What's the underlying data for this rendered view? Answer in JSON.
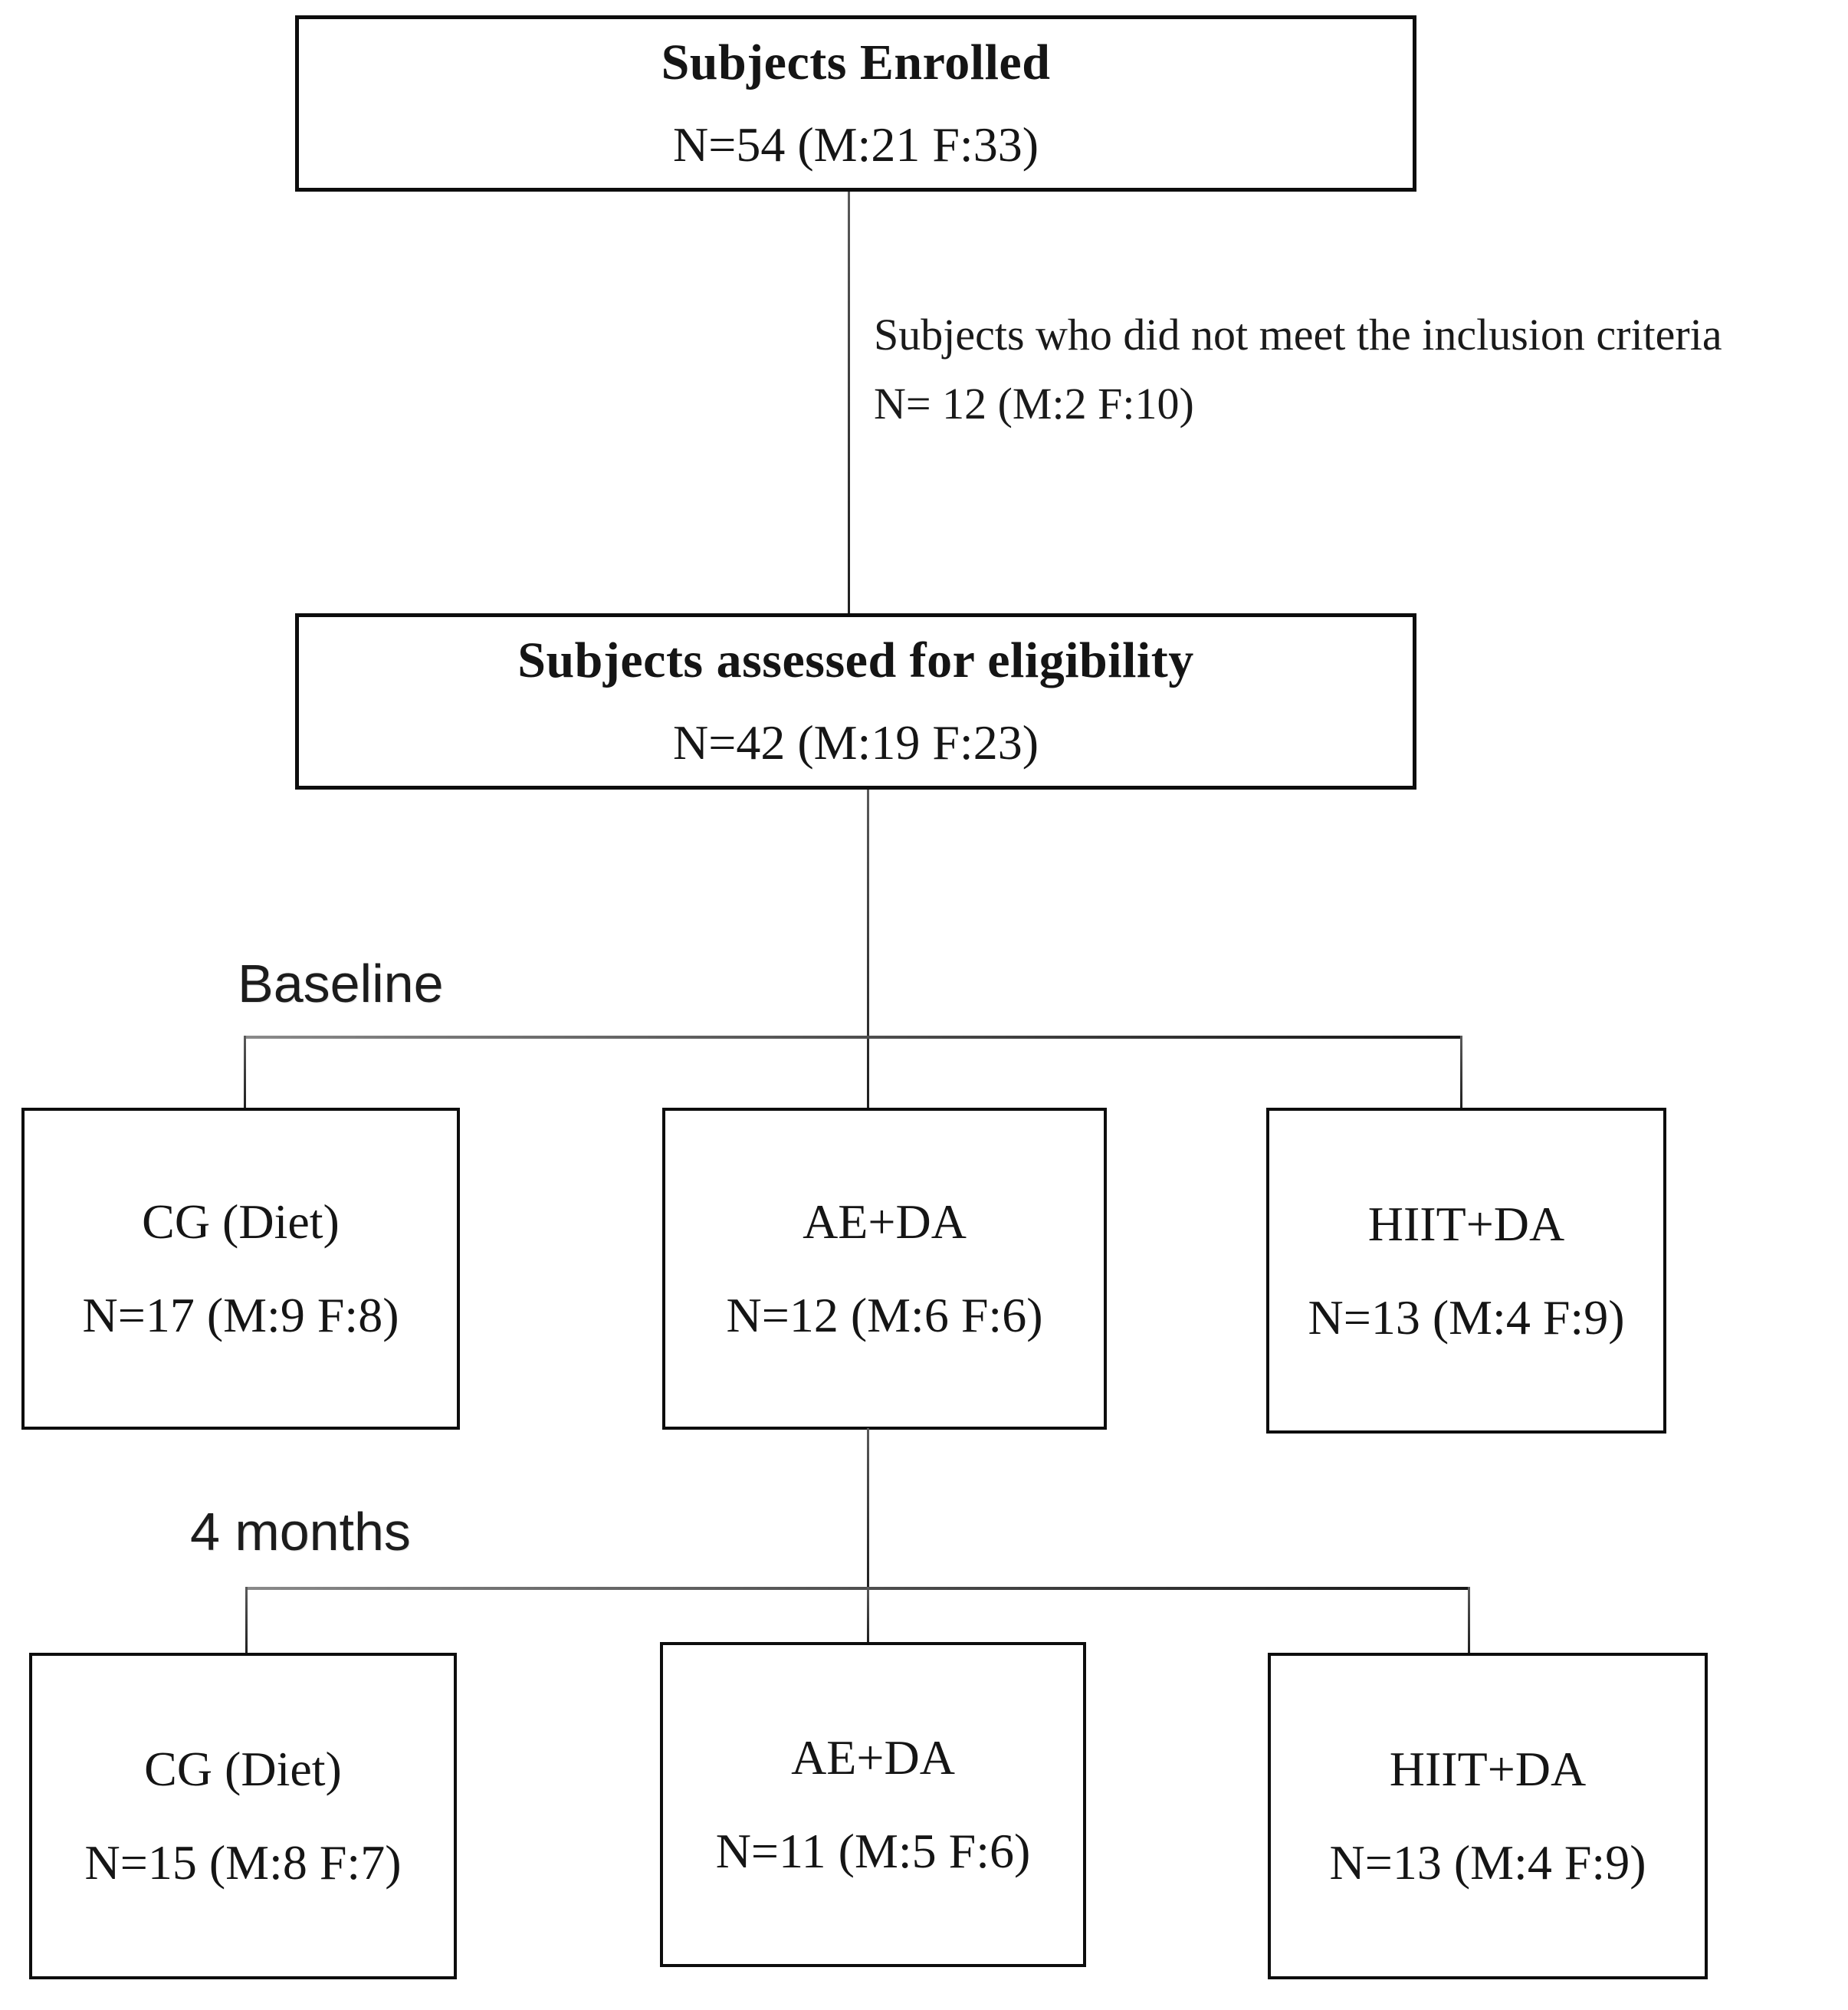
{
  "colors": {
    "background": "#ffffff",
    "text": "#151515",
    "box_border": "#0d0d0d",
    "connector": "#4a4a4a"
  },
  "flowchart": {
    "enrolled": {
      "title": "Subjects Enrolled",
      "count": "N=54 (M:21 F:33)"
    },
    "exclusion_note": {
      "line1": "Subjects who did not meet the inclusion criteria",
      "line2": "N= 12 (M:2 F:10)"
    },
    "eligibility": {
      "title": "Subjects assessed for eligibility",
      "count": "N=42 (M:19 F:23)"
    },
    "baseline_label": "Baseline",
    "baseline_groups": [
      {
        "title": "CG (Diet)",
        "count": "N=17 (M:9 F:8)"
      },
      {
        "title": "AE+DA",
        "count": "N=12 (M:6 F:6)"
      },
      {
        "title": "HIIT+DA",
        "count": "N=13 (M:4 F:9)"
      }
    ],
    "four_months_label": "4 months",
    "four_months_groups": [
      {
        "title": "CG (Diet)",
        "count": "N=15 (M:8 F:7)"
      },
      {
        "title": "AE+DA",
        "count": "N=11 (M:5 F:6)"
      },
      {
        "title": "HIIT+DA",
        "count": "N=13 (M:4 F:9)"
      }
    ]
  }
}
